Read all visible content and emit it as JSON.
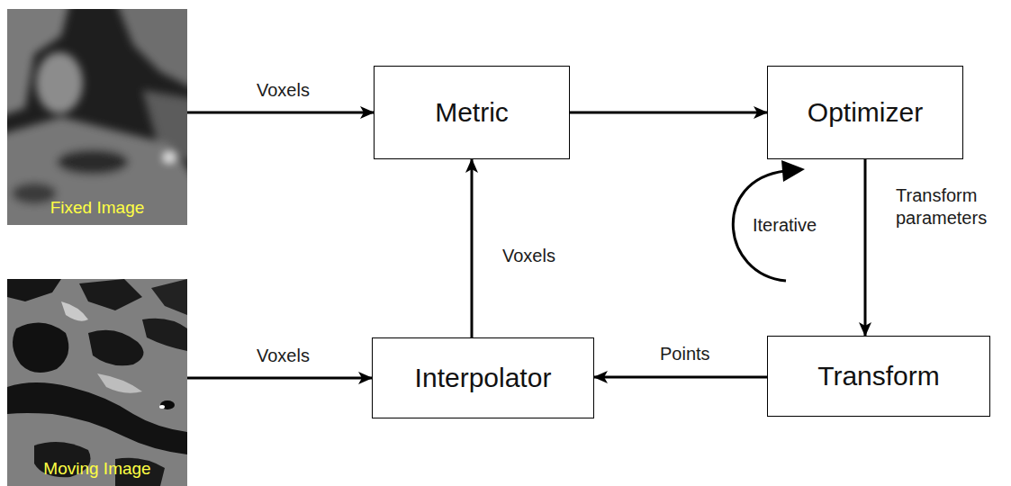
{
  "diagram": {
    "nodes": [
      {
        "text": [
          "Fixed Image"
        ]
      },
      {
        "text": [
          "Metric"
        ]
      },
      {
        "text": [
          "Optimizer"
        ]
      },
      {
        "text": [
          "Moving Image"
        ]
      },
      {
        "text": [
          "Interpolator"
        ]
      },
      {
        "text": [
          "Transform"
        ]
      }
    ],
    "edges": [
      {
        "from": 0,
        "to": 1,
        "label": "Voxels",
        "arrow": "to"
      },
      {
        "from": 1,
        "to": 2,
        "arrow": "to"
      },
      {
        "from": 2,
        "to": 5,
        "label": "Transform parameters",
        "arrow": "to"
      },
      {
        "from": 5,
        "to": 4,
        "label": "Points",
        "arrow": "to"
      },
      {
        "from": 4,
        "to": 1,
        "label": "Voxels",
        "arrow": "to"
      },
      {
        "from": 3,
        "to": 4,
        "label": "Voxels",
        "arrow": "to"
      }
    ],
    "labels": [
      "Iterative"
    ]
  }
}
